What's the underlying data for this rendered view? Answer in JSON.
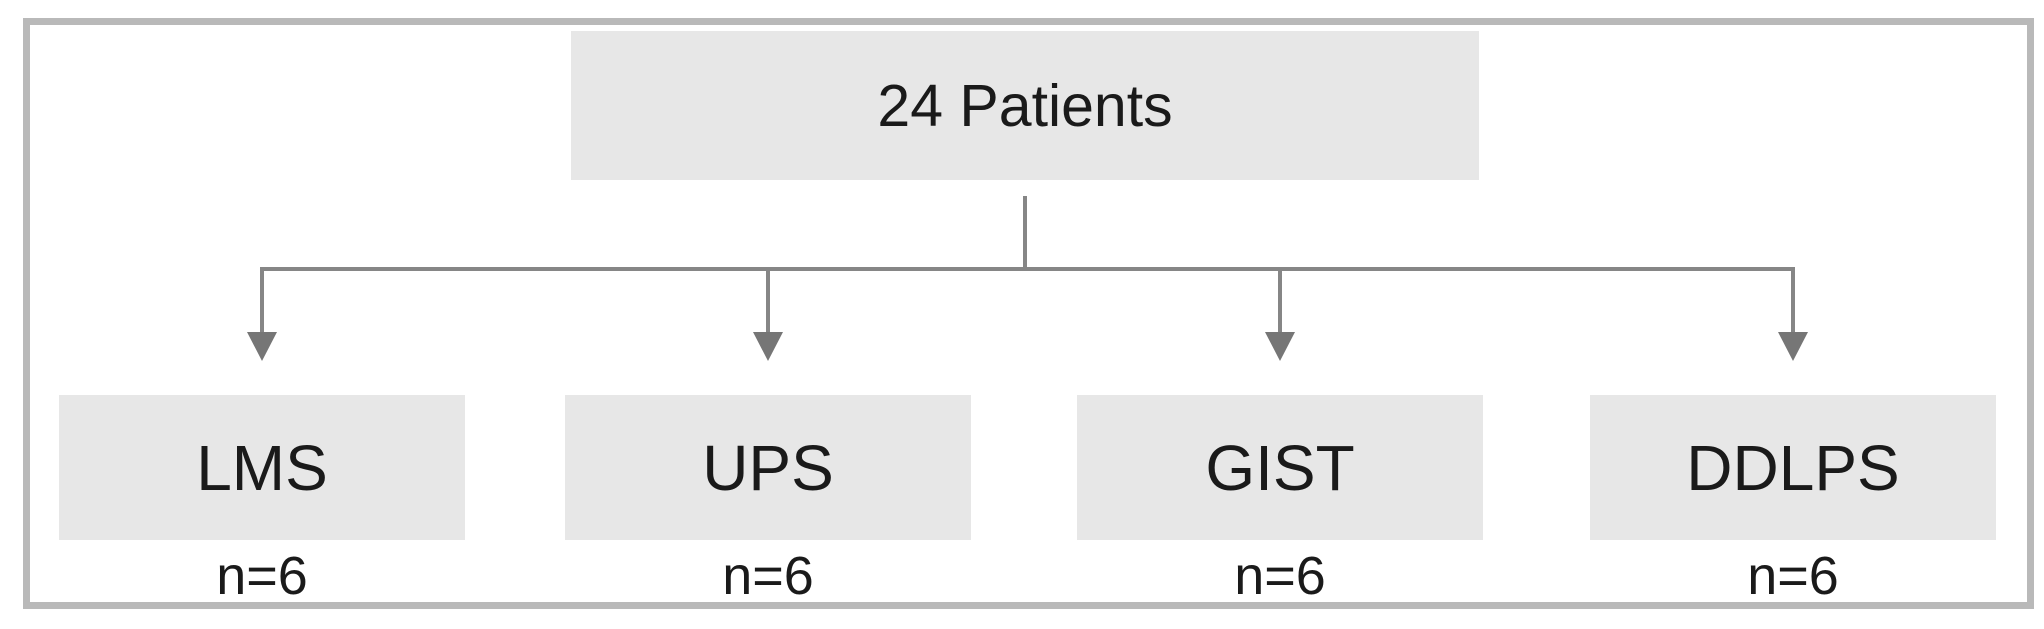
{
  "diagram": {
    "root": {
      "label": "24 Patients"
    },
    "children": [
      {
        "label": "LMS",
        "count": "n=6"
      },
      {
        "label": "UPS",
        "count": "n=6"
      },
      {
        "label": "GIST",
        "count": "n=6"
      },
      {
        "label": "DDLPS",
        "count": "n=6"
      }
    ]
  },
  "theme": {
    "background": "#ffffff",
    "frame_border": "#b9b9b9",
    "box_fill": "#e7e7e7",
    "line": "#868686",
    "arrow": "#767676",
    "text": "#1a1a1a"
  }
}
